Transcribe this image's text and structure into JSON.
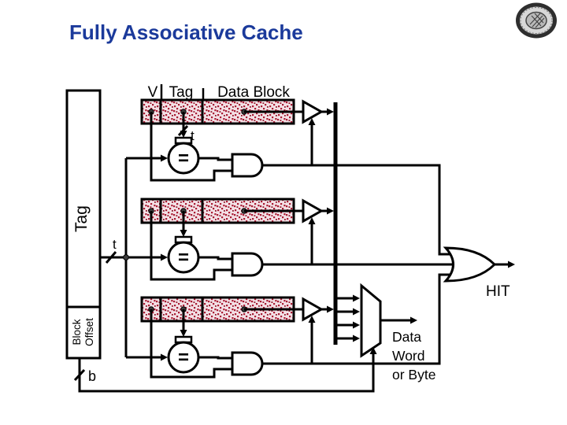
{
  "title": "Fully Associative Cache",
  "colors": {
    "title_blue": "#1b3a9b",
    "stipple_background": "#f3e0e5",
    "stipple_dot": "#a91b33",
    "stipple_dot_dark": "#8f1628",
    "line_black": "#000000"
  },
  "entry_header": {
    "valid": "V",
    "tag": "Tag",
    "data_block": "Data Block"
  },
  "address": {
    "tag_register_label": "Tag",
    "block_offset_line1": "Block",
    "block_offset_line2": "Offset",
    "tag_width_label": "t",
    "block_offset_width_label": "b"
  },
  "row1": {
    "stored_tag_width_label": "t"
  },
  "comparator_symbol": "=",
  "outputs": {
    "hit_label": "HIT",
    "mux_line1": "Data",
    "mux_line2": "Word",
    "mux_line3": "or Byte"
  },
  "icons": {
    "seal": "university-seal"
  }
}
